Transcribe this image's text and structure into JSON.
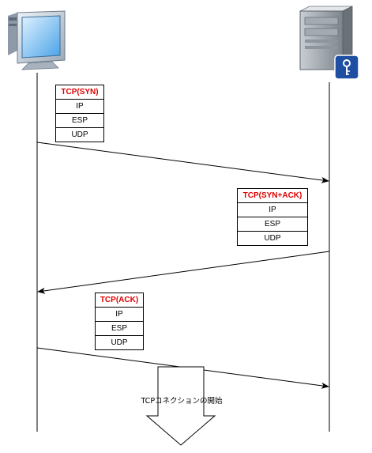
{
  "packets": [
    {
      "layers": [
        "TCP(SYN)",
        "IP",
        "ESP",
        "UDP"
      ]
    },
    {
      "layers": [
        "TCP(SYN+ACK)",
        "IP",
        "ESP",
        "UDP"
      ]
    },
    {
      "layers": [
        "TCP(ACK)",
        "IP",
        "ESP",
        "UDP"
      ]
    }
  ],
  "result_label": "TCPコネクションの開始",
  "colors": {
    "header_text": "#e00000",
    "line": "#000000",
    "badge": "#1f4fa3"
  },
  "icons": {
    "client": "desktop-computer-icon",
    "server": "server-with-key-icon"
  }
}
